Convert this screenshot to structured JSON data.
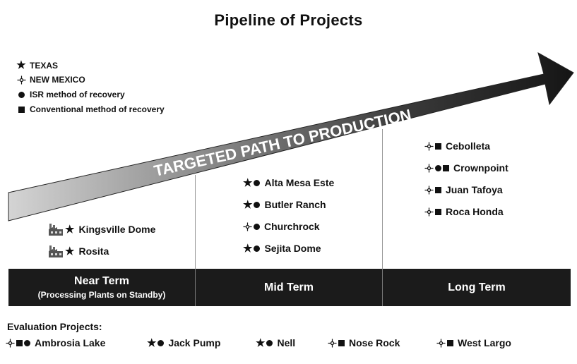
{
  "title": "Pipeline of Projects",
  "arrow_label": "TARGETED PATH TO PRODUCTION",
  "legend": [
    {
      "icon": "star-icon",
      "label": "TEXAS"
    },
    {
      "icon": "zia-icon",
      "label": "NEW MEXICO"
    },
    {
      "icon": "circle-icon",
      "label": "ISR method of recovery"
    },
    {
      "icon": "square-icon",
      "label": "Conventional method of recovery"
    }
  ],
  "near_term_projects": [
    {
      "name": "Kingsville Dome",
      "icons": [
        "factory-icon",
        "star-icon"
      ]
    },
    {
      "name": "Rosita",
      "icons": [
        "factory-icon",
        "star-icon"
      ]
    }
  ],
  "mid_term_projects": [
    {
      "name": "Alta Mesa Este",
      "icons": [
        "star-icon",
        "circle-icon"
      ]
    },
    {
      "name": "Butler Ranch",
      "icons": [
        "star-icon",
        "circle-icon"
      ]
    },
    {
      "name": "Churchrock",
      "icons": [
        "zia-icon",
        "circle-icon"
      ]
    },
    {
      "name": "Sejita Dome",
      "icons": [
        "star-icon",
        "circle-icon"
      ]
    }
  ],
  "long_term_projects": [
    {
      "name": "Cebolleta",
      "icons": [
        "zia-icon",
        "square-icon"
      ]
    },
    {
      "name": "Crownpoint",
      "icons": [
        "zia-icon",
        "circle-icon",
        "square-icon"
      ]
    },
    {
      "name": "Juan Tafoya",
      "icons": [
        "zia-icon",
        "square-icon"
      ]
    },
    {
      "name": "Roca Honda",
      "icons": [
        "zia-icon",
        "square-icon"
      ]
    }
  ],
  "terms": [
    {
      "label": "Near Term",
      "sub": "(Processing Plants on Standby)"
    },
    {
      "label": "Mid Term",
      "sub": ""
    },
    {
      "label": "Long Term",
      "sub": ""
    }
  ],
  "evaluation": {
    "heading": "Evaluation Projects:",
    "projects": [
      {
        "name": "Ambrosia Lake",
        "icons": [
          "zia-icon",
          "square-icon",
          "circle-icon"
        ]
      },
      {
        "name": "Jack Pump",
        "icons": [
          "star-icon",
          "circle-icon"
        ]
      },
      {
        "name": "Nell",
        "icons": [
          "star-icon",
          "circle-icon"
        ]
      },
      {
        "name": "Nose Rock",
        "icons": [
          "zia-icon",
          "square-icon"
        ]
      },
      {
        "name": "West Largo",
        "icons": [
          "zia-icon",
          "square-icon"
        ]
      }
    ]
  },
  "colors": {
    "term_bar": "#1b1b1b",
    "arrow_dark": "#1a1a1a",
    "arrow_light": "#cfcfcf"
  }
}
